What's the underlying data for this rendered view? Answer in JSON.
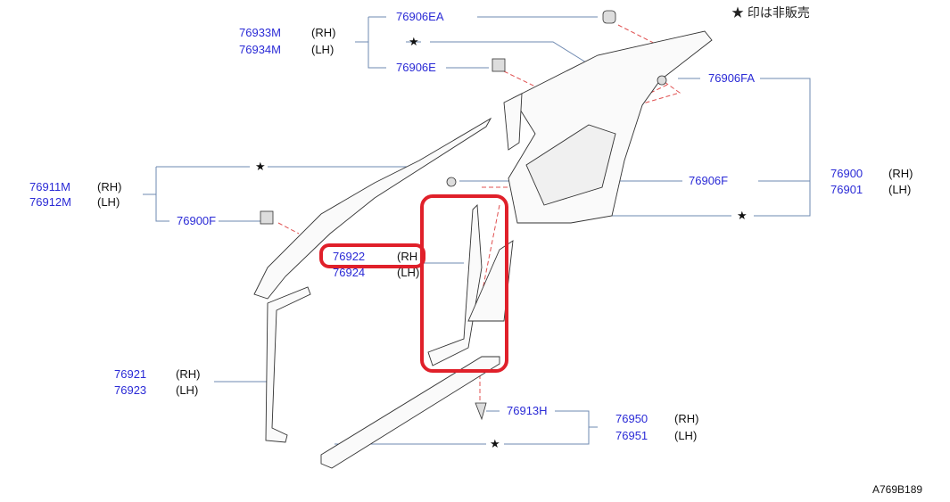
{
  "note": "★ 印は非販売",
  "diagram_code": "A769B189",
  "parts": {
    "p76906EA": "76906EA",
    "p76933M": "76933M",
    "p76934M": "76934M",
    "p76906E": "76906E",
    "p76906FA": "76906FA",
    "p76911M": "76911M",
    "p76912M": "76912M",
    "p76900F": "76900F",
    "p76906F": "76906F",
    "p76900": "76900",
    "p76901": "76901",
    "p76922": "76922",
    "p76924": "76924",
    "p76921": "76921",
    "p76923": "76923",
    "p76913H": "76913H",
    "p76950": "76950",
    "p76951": "76951"
  },
  "sides": {
    "rh": "(RH)",
    "lh": "(LH)",
    "rh_cut": "(RH"
  },
  "star": "★",
  "colors": {
    "part_number": "#2a2ad6",
    "highlight": "#e0202a",
    "leader": "#5a7aa8",
    "dash": "#e05050"
  }
}
